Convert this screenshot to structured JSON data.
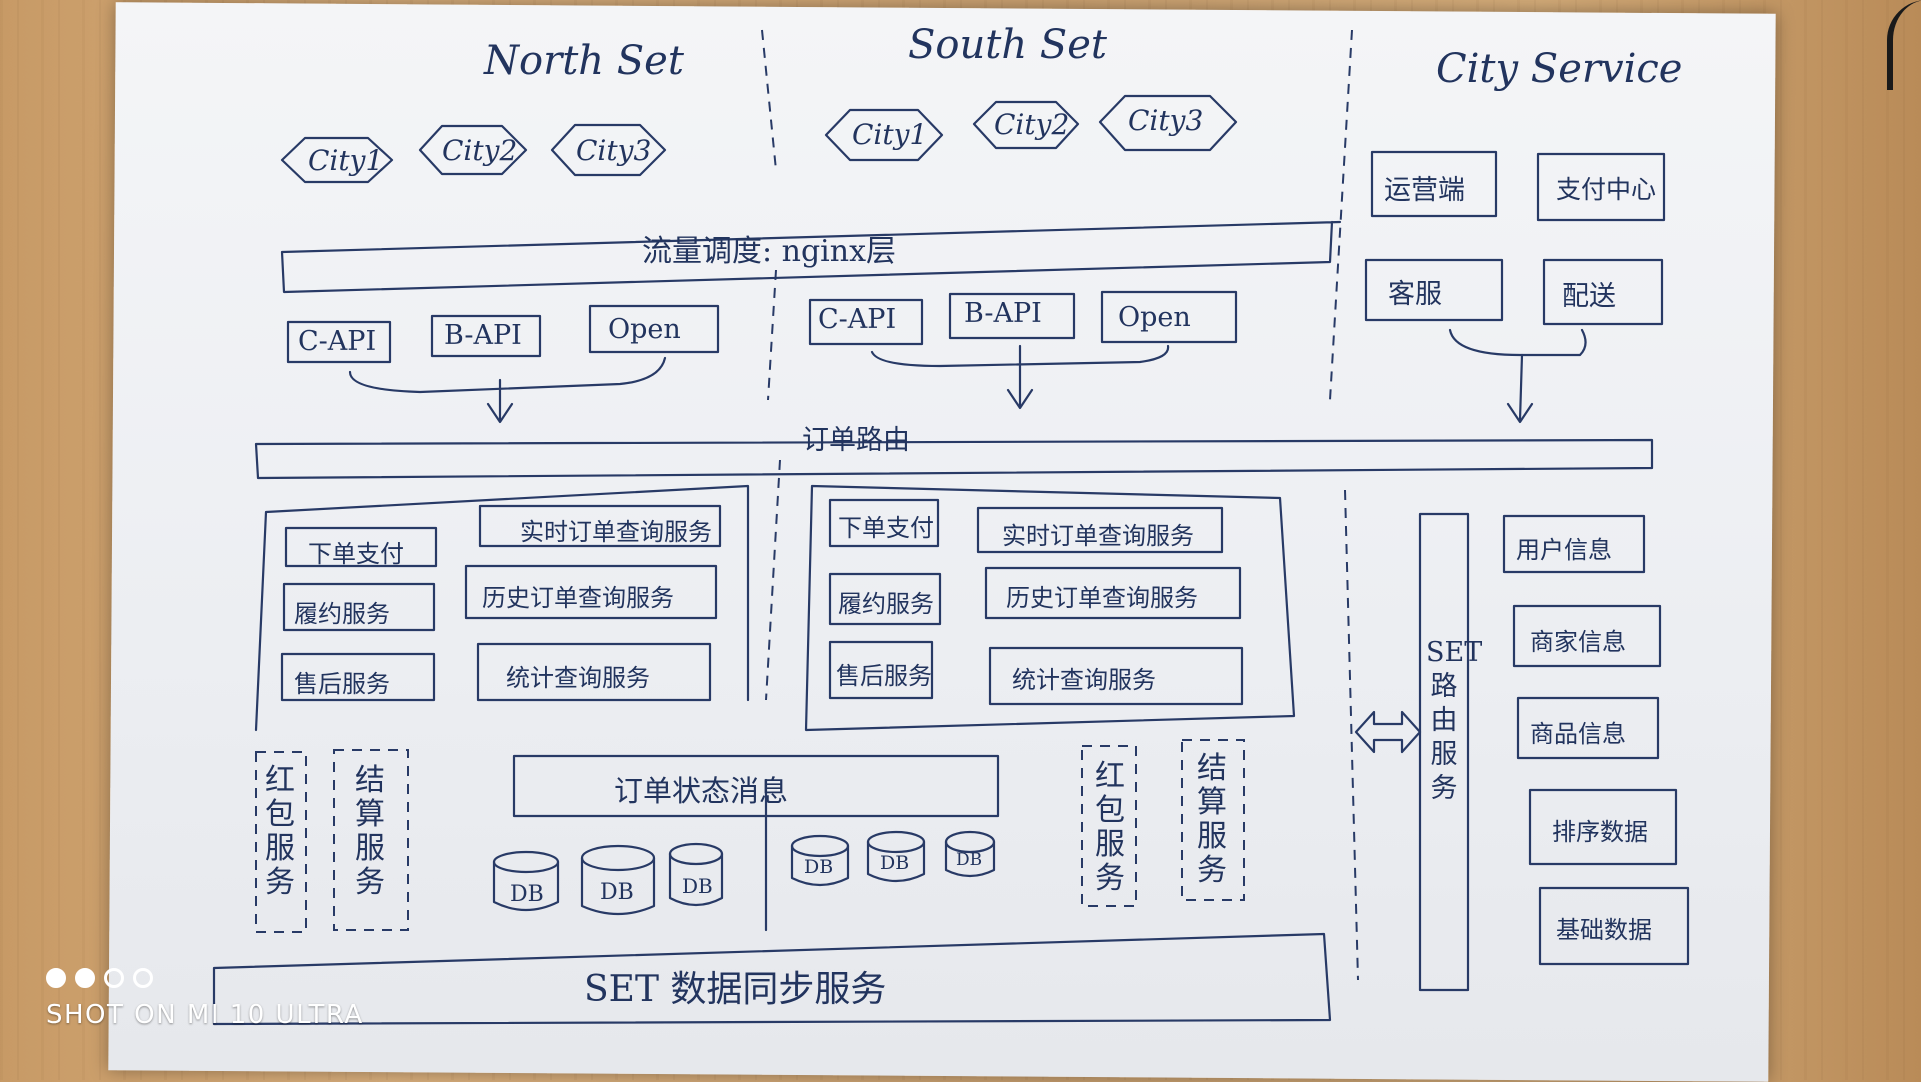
{
  "headers": {
    "north": "North Set",
    "south": "South Set",
    "city_service": "City Service"
  },
  "north_cities": [
    "City1",
    "City2",
    "City3"
  ],
  "south_cities": [
    "City1",
    "City2",
    "City3"
  ],
  "city_service_boxes": [
    "运营端",
    "支付中心",
    "客服",
    "配送"
  ],
  "nginx_layer": "流量调度: nginx层",
  "north_apis": [
    "C-API",
    "B-API",
    "Open"
  ],
  "south_apis": [
    "C-API",
    "B-API",
    "Open"
  ],
  "order_router": "订单路由",
  "north_services": {
    "left": [
      "下单支付",
      "履约服务",
      "售后服务"
    ],
    "right": [
      "实时订单查询服务",
      "历史订单查询服务",
      "统计查询服务"
    ]
  },
  "south_services": {
    "left": [
      "下单支付",
      "履约服务",
      "售后服务"
    ],
    "right": [
      "实时订单查询服务",
      "历史订单查询服务",
      "统计查询服务"
    ]
  },
  "north_side_services": [
    "红包服务",
    "结算服务"
  ],
  "south_side_services": [
    "红包服务",
    "结算服务"
  ],
  "order_status_message": "订单状态消息",
  "db_label": "DB",
  "set_router": "SET路由服务",
  "right_info": [
    "用户信息",
    "商家信息",
    "商品信息",
    "排序数据",
    "基础数据"
  ],
  "data_sync": "SET 数据同步服务",
  "watermark": {
    "line": "SHOT ON MI 10 ULTRA"
  },
  "colors": {
    "ink": "#283a66",
    "paper": "#eef0f3",
    "wood": "#cfa572"
  }
}
